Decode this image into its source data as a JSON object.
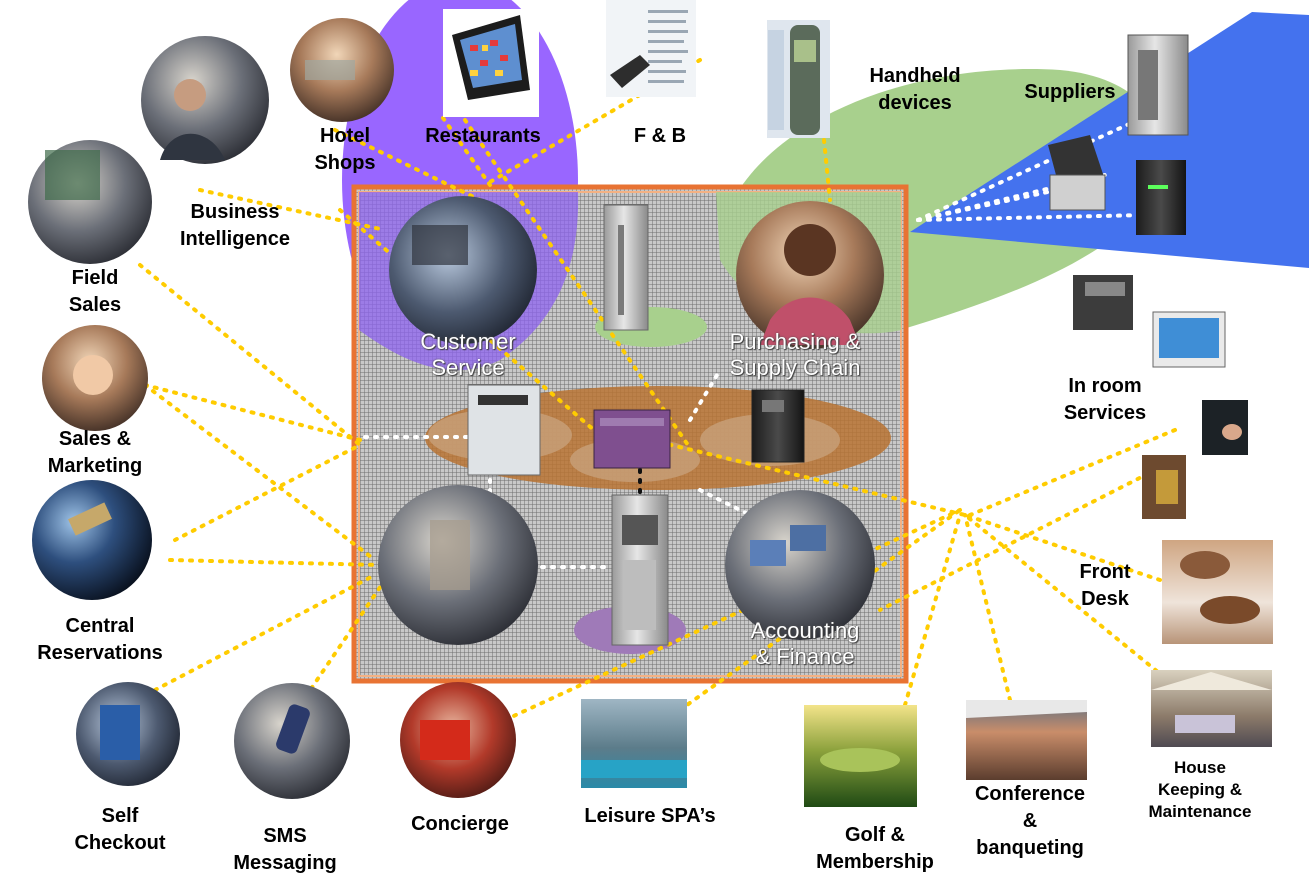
{
  "center": {
    "quadrants": {
      "customer_service": [
        "Customer",
        "Service"
      ],
      "purchasing": [
        "Purchasing &",
        "Supply Chain"
      ],
      "accounting": [
        "Accounting",
        "& Finance"
      ]
    }
  },
  "nodes": {
    "hotel_shops": [
      "Hotel",
      "Shops"
    ],
    "restaurants": [
      "Restaurants"
    ],
    "fnb": [
      "F & B"
    ],
    "handheld": [
      "Handheld",
      "devices"
    ],
    "suppliers": [
      "Suppliers"
    ],
    "business_intelligence": [
      "Business",
      "Intelligence"
    ],
    "field_sales": [
      "Field",
      "Sales"
    ],
    "sales_marketing": [
      "Sales &",
      "Marketing"
    ],
    "central_reservations": [
      "Central",
      "Reservations"
    ],
    "in_room_services": [
      "In room",
      "Services"
    ],
    "front_desk": [
      "Front",
      "Desk"
    ],
    "house_keeping": [
      "House",
      "Keeping &",
      "Maintenance"
    ],
    "self_checkout": [
      "Self",
      "Checkout"
    ],
    "sms_messaging": [
      "SMS",
      "Messaging"
    ],
    "concierge": [
      "Concierge"
    ],
    "leisure_spa": [
      "Leisure SPA’s"
    ],
    "golf_membership": [
      "Golf &",
      "Membership"
    ],
    "conference": [
      "Conference",
      "&",
      "banqueting"
    ]
  },
  "colors": {
    "connector": "#ffcc00",
    "center_border": "#e87333",
    "center_grid": "#8a8a8a",
    "network_link": "#ffffff",
    "purple_zone": "#9966ff",
    "green_zone": "#a8d08d",
    "blue_zone": "#4472ee",
    "server_ellipse": "#b87333"
  }
}
